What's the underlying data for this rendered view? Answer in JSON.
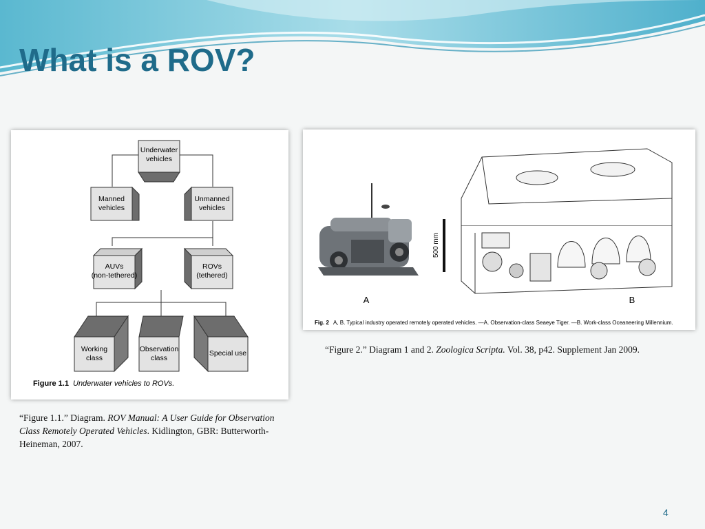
{
  "slide": {
    "title": "What is a ROV?",
    "page_number": "4"
  },
  "figure1": {
    "boxes": {
      "top": [
        "Underwater",
        "vehicles"
      ],
      "manned": [
        "Manned",
        "vehicles"
      ],
      "unmanned": [
        "Unmanned",
        "vehicles"
      ],
      "auvs": [
        "AUVs",
        "(non-tethered)"
      ],
      "rovs": [
        "ROVs",
        "(tethered)"
      ],
      "working": [
        "Working",
        "class"
      ],
      "observation": [
        "Observation",
        "class"
      ],
      "special": [
        "Special use"
      ]
    },
    "caption_label": "Figure 1.1",
    "caption_text": "Underwater vehicles to ROVs."
  },
  "figure2": {
    "scale_label": "500 mm",
    "label_a": "A",
    "label_b": "B",
    "caption_label": "Fig. 2",
    "caption_text": "A, B. Typical industry operated remotely operated vehicles. —A. Observation-class Seaeye Tiger. —B. Work-class Oceaneering Millennium."
  },
  "citation1": {
    "prefix": "“Figure 1.1.” Diagram. ",
    "title": "ROV Manual: A User Guide for Observation Class Remotely Operated Vehicles",
    "suffix": ". Kidlington, GBR: Butterworth-Heineman, 2007."
  },
  "citation2": {
    "prefix": "“Figure 2.” Diagram 1 and 2. ",
    "title": "Zoologica Scripta.",
    "suffix": " Vol. 38, p42. Supplement Jan 2009."
  },
  "colors": {
    "title": "#1f6b8a",
    "wave_light": "#bfe6ef",
    "wave_mid": "#6cc3d6",
    "wave_dark": "#2a93b4"
  }
}
